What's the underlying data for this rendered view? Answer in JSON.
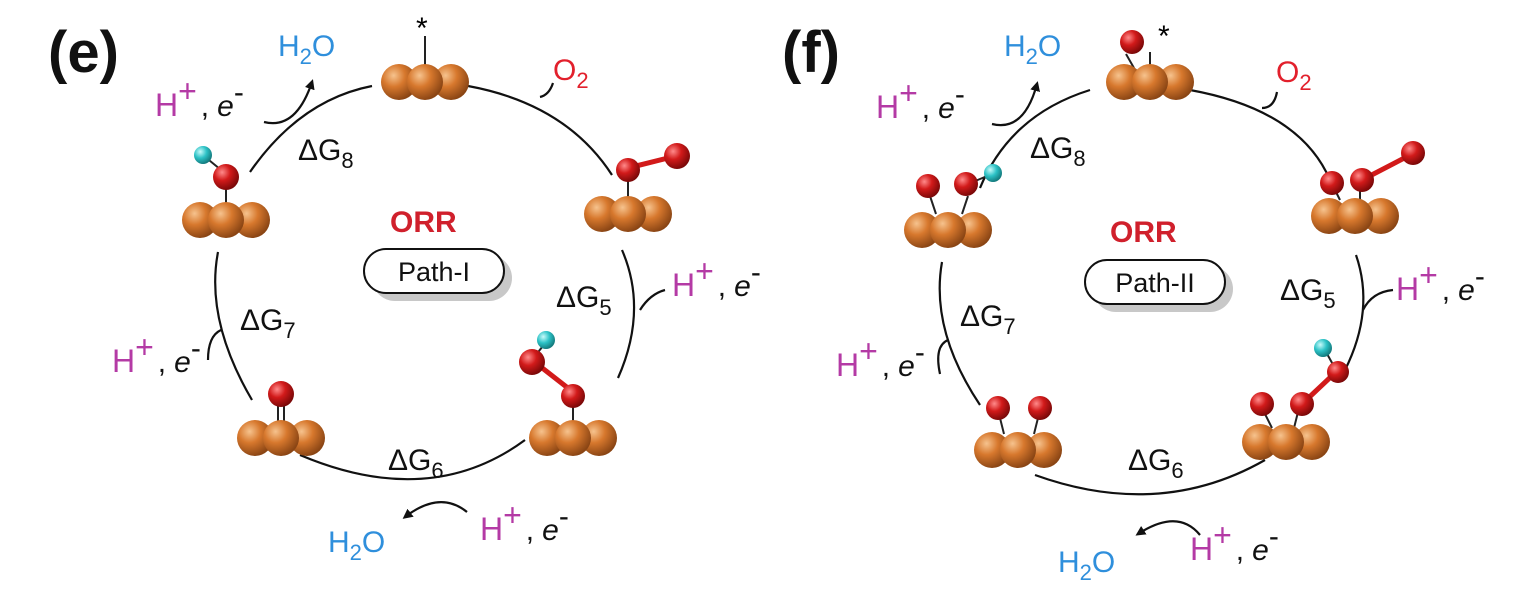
{
  "panels": [
    {
      "label": "(e)",
      "orr": "ORR",
      "path": "Path-I",
      "active_site": "*",
      "dg5_base": "ΔG",
      "dg5_sub": "5",
      "dg6_base": "ΔG",
      "dg6_sub": "6",
      "dg7_base": "ΔG",
      "dg7_sub": "7",
      "dg8_base": "ΔG",
      "dg8_sub": "8",
      "o2_base": "O",
      "o2_sub": "2",
      "h2o_base1": "H",
      "h2o_sub": "2",
      "h2o_base2": "O",
      "h_plus": "H",
      "plus": "+",
      "sep": ",",
      "e_minus": "e",
      "minus": "-"
    },
    {
      "label": "(f)",
      "orr": "ORR",
      "path": "Path-II",
      "active_site": "*",
      "dg5_base": "ΔG",
      "dg5_sub": "5",
      "dg6_base": "ΔG",
      "dg6_sub": "6",
      "dg7_base": "ΔG",
      "dg7_sub": "7",
      "dg8_base": "ΔG",
      "dg8_sub": "8",
      "o2_base": "O",
      "o2_sub": "2",
      "h2o_base1": "H",
      "h2o_sub": "2",
      "h2o_base2": "O",
      "h_plus": "H",
      "plus": "+",
      "sep": ",",
      "e_minus": "e",
      "minus": "-"
    }
  ],
  "colors": {
    "metal_atom": "#d7782d",
    "oxygen_atom": "#d21a1a",
    "hydrogen_atom": "#2cc2c6",
    "water_label": "#2f8fdc",
    "o2_label": "#e2202c",
    "proton_label": "#b43aa5",
    "orr_label": "#d0202c"
  }
}
